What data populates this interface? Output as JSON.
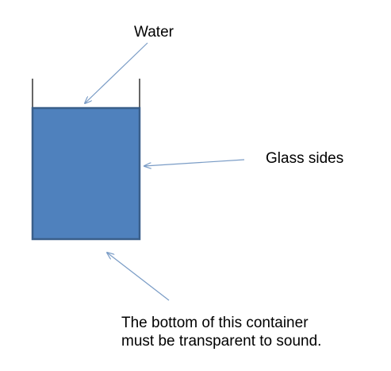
{
  "labels": {
    "water": "Water",
    "glass_sides": "Glass sides",
    "bottom_line1": "The bottom of this container",
    "bottom_line2": "must be transparent to sound."
  },
  "colors": {
    "water_fill": "#4f81bd",
    "water_border": "#3a5f8a",
    "side_lines": "#000000",
    "arrows": "#7a9cc6",
    "text": "#000000"
  }
}
